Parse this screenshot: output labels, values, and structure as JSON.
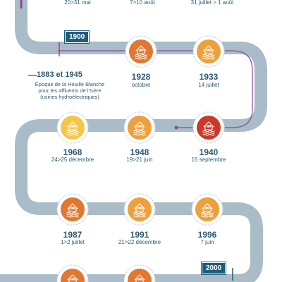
{
  "top_dates": [
    "20>31 mai",
    "7>10 août",
    "31 juillet > 1 août"
  ],
  "markers": {
    "m1900": "1900",
    "m2000": "2000"
  },
  "era": {
    "title": "1883 et 1945",
    "desc": [
      "Époque de la Houille Blanche",
      "pour les affluents de l'Isère",
      "(usines hydroélectriques)"
    ]
  },
  "events": [
    {
      "year": "1928",
      "date": "octobre",
      "color": "#e07832"
    },
    {
      "year": "1933",
      "date": "14 juillet",
      "color": "#eda03b"
    },
    {
      "year": "1968",
      "date": "24>25 décembre",
      "color": "#f4c548"
    },
    {
      "year": "1948",
      "date": "19>21 juin",
      "color": "#eda03b"
    },
    {
      "year": "1940",
      "date": "15 septembre",
      "color": "#cf3727"
    },
    {
      "year": "1987",
      "date": "1>2 juillet",
      "color": "#e07832"
    },
    {
      "year": "1991",
      "date": "21>22 décembre",
      "color": "#eda03b"
    },
    {
      "year": "1996",
      "date": "7 juin",
      "color": "#eda03b"
    },
    {
      "year": "",
      "date": "",
      "color": "#e07832"
    },
    {
      "year": "",
      "date": "",
      "color": "#e07832"
    }
  ],
  "colors": {
    "track": "#a9bcc7",
    "accent": "#8a4b9a",
    "navy": "#1f5b7a"
  }
}
